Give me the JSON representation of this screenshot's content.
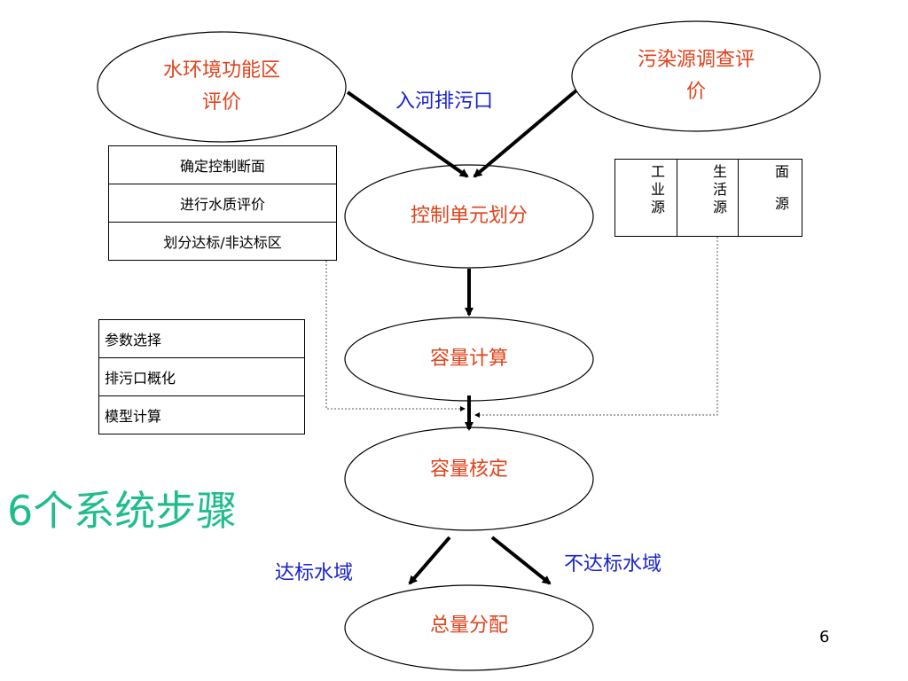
{
  "nodes": {
    "water_function": [
      "水环境功能区",
      "评价"
    ],
    "pollution_survey": [
      "污染源调查评",
      "价"
    ],
    "control_unit": "控制单元划分",
    "capacity_calc": "容量计算",
    "capacity_verify": "容量核定",
    "total_alloc": "总量分配"
  },
  "labels": {
    "outfall": "入河排污口",
    "meets_standard": "达标水域",
    "not_meets_standard": "不达标水域"
  },
  "left_box": [
    "确定控制断面",
    "进行水质评价",
    "划分达标/非达标区"
  ],
  "param_box": [
    "参数选择",
    "排污口概化",
    "模型计算"
  ],
  "source_box": {
    "industrial": [
      "工",
      "业",
      "源"
    ],
    "domestic": [
      "生",
      "活",
      "源"
    ],
    "nonpoint": [
      "面",
      "源"
    ]
  },
  "title": "6个系统步骤",
  "page_number": "6",
  "colors": {
    "node_text": "#e0431c",
    "label_text": "#1a23c9",
    "title_text": "#1fbd8c"
  }
}
